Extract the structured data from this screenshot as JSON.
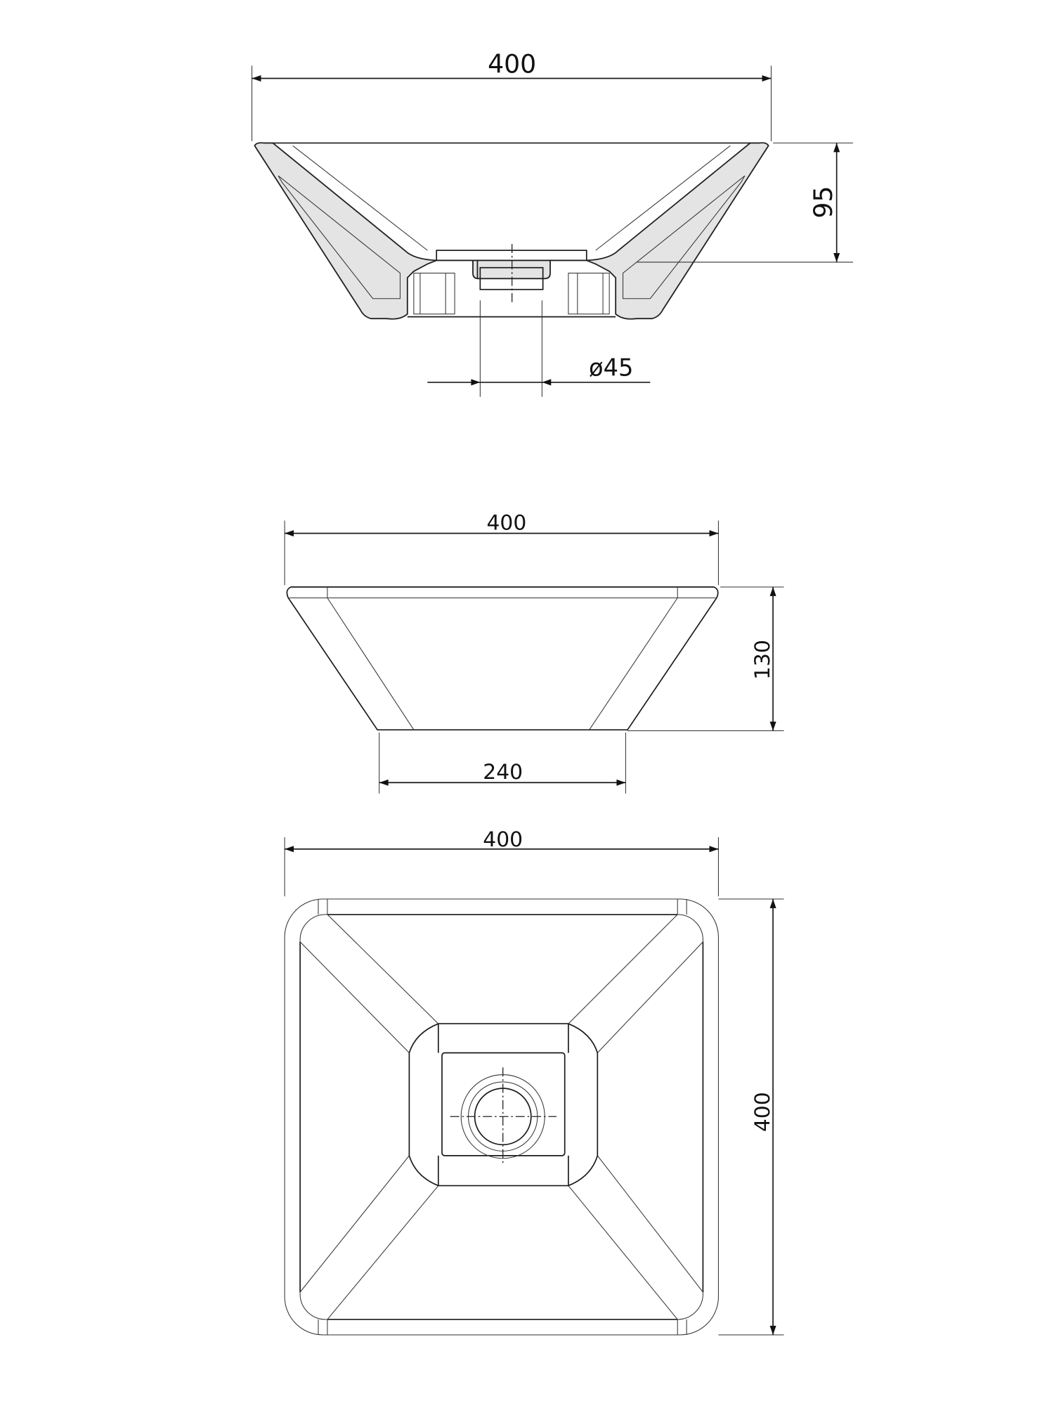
{
  "section_view": {
    "width_label": "400",
    "height_label": "95",
    "drain_label": "ø45"
  },
  "side_view": {
    "width_label": "400",
    "height_label": "130",
    "base_label": "240"
  },
  "plan_view": {
    "width_label": "400",
    "depth_label": "400"
  },
  "colors": {
    "line": "#1a1a1a",
    "section_fill": "#e4e4e4"
  }
}
